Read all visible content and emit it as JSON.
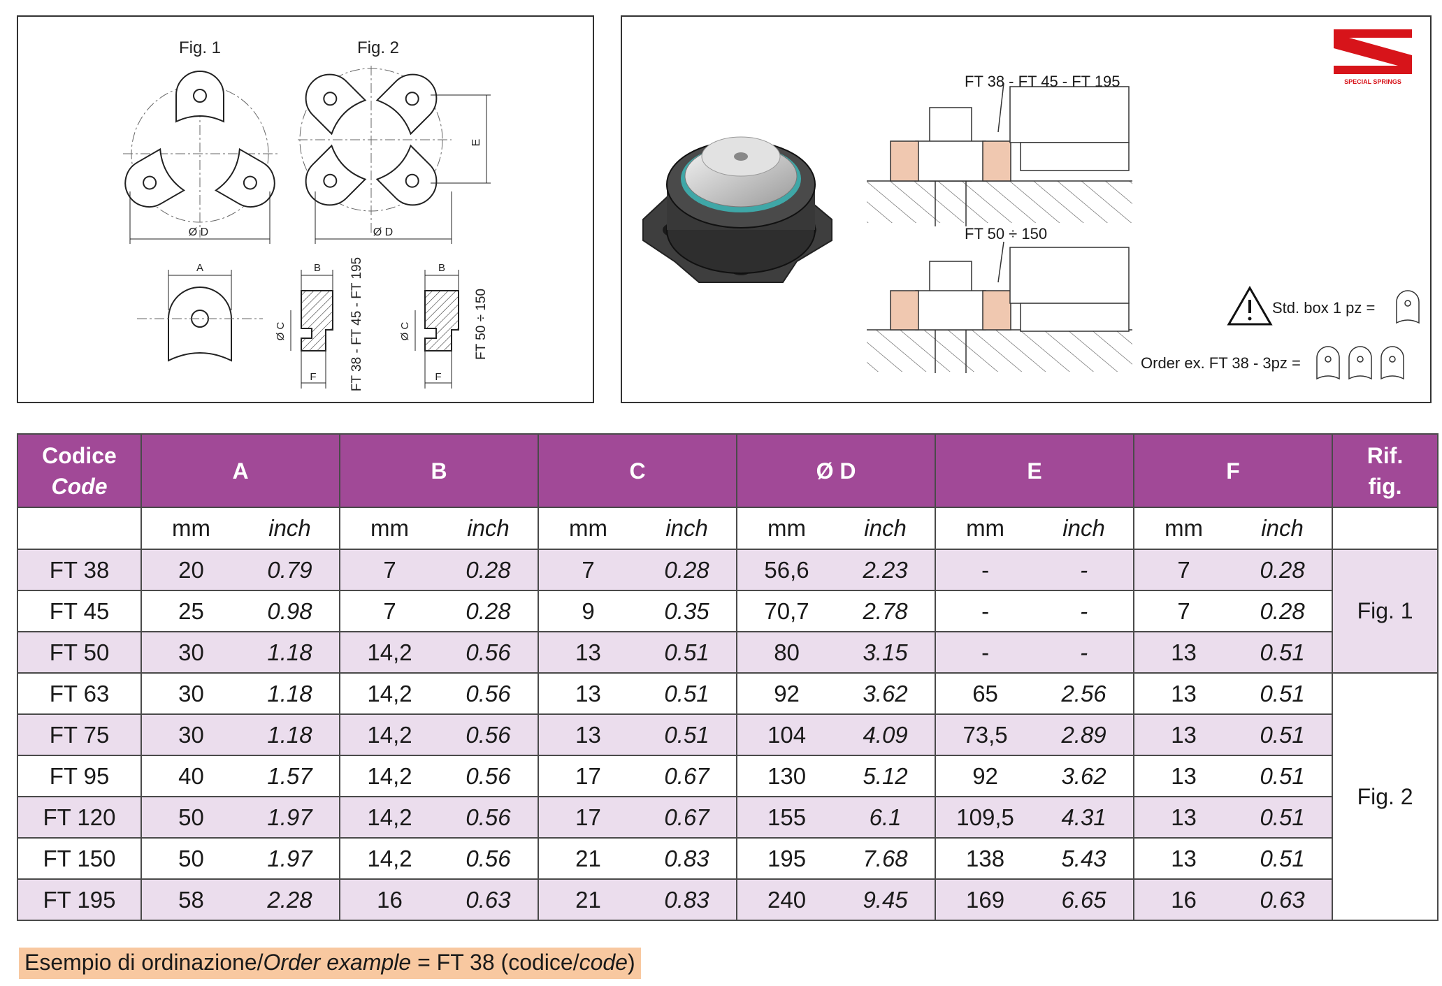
{
  "drawing": {
    "fig1_label": "Fig. 1",
    "fig2_label": "Fig. 2",
    "dim_D": "Ø D",
    "dim_E": "E",
    "dim_A": "A",
    "dim_B": "B",
    "dim_C": "Ø C",
    "dim_F": "F",
    "section1_label": "FT 38 - FT 45 - FT 195",
    "section2_label": "FT 50 ÷ 150"
  },
  "assembly": {
    "brand_text": "SPECIAL SPRINGS",
    "brand_color": "#d7141a",
    "callout_top": "FT 38 - FT 45 - FT 195",
    "callout_bottom": "FT 50 ÷ 150",
    "std_box": "Std. box 1 pz =",
    "order_ex": "Order ex. FT 38 - 3pz =",
    "part_fill": "#f0c8b0",
    "warning_icon": "warning-triangle-icon"
  },
  "table": {
    "header_color": "#a14997",
    "shade_color": "#ebdded",
    "code_header_it": "Codice",
    "code_header_en": "Code",
    "columns": [
      "A",
      "B",
      "C",
      "Ø D",
      "E",
      "F"
    ],
    "ref_header_1": "Rif.",
    "ref_header_2": "fig.",
    "unit_mm": "mm",
    "unit_inch": "inch",
    "rows": [
      {
        "code": "FT 38",
        "vals": [
          "20",
          "0.79",
          "7",
          "0.28",
          "7",
          "0.28",
          "56,6",
          "2.23",
          "-",
          "-",
          "7",
          "0.28"
        ]
      },
      {
        "code": "FT 45",
        "vals": [
          "25",
          "0.98",
          "7",
          "0.28",
          "9",
          "0.35",
          "70,7",
          "2.78",
          "-",
          "-",
          "7",
          "0.28"
        ]
      },
      {
        "code": "FT 50",
        "vals": [
          "30",
          "1.18",
          "14,2",
          "0.56",
          "13",
          "0.51",
          "80",
          "3.15",
          "-",
          "-",
          "13",
          "0.51"
        ]
      },
      {
        "code": "FT 63",
        "vals": [
          "30",
          "1.18",
          "14,2",
          "0.56",
          "13",
          "0.51",
          "92",
          "3.62",
          "65",
          "2.56",
          "13",
          "0.51"
        ]
      },
      {
        "code": "FT 75",
        "vals": [
          "30",
          "1.18",
          "14,2",
          "0.56",
          "13",
          "0.51",
          "104",
          "4.09",
          "73,5",
          "2.89",
          "13",
          "0.51"
        ]
      },
      {
        "code": "FT 95",
        "vals": [
          "40",
          "1.57",
          "14,2",
          "0.56",
          "17",
          "0.67",
          "130",
          "5.12",
          "92",
          "3.62",
          "13",
          "0.51"
        ]
      },
      {
        "code": "FT 120",
        "vals": [
          "50",
          "1.97",
          "14,2",
          "0.56",
          "17",
          "0.67",
          "155",
          "6.1",
          "109,5",
          "4.31",
          "13",
          "0.51"
        ]
      },
      {
        "code": "FT 150",
        "vals": [
          "50",
          "1.97",
          "14,2",
          "0.56",
          "21",
          "0.83",
          "195",
          "7.68",
          "138",
          "5.43",
          "13",
          "0.51"
        ]
      },
      {
        "code": "FT 195",
        "vals": [
          "58",
          "2.28",
          "16",
          "0.63",
          "21",
          "0.83",
          "240",
          "9.45",
          "169",
          "6.65",
          "16",
          "0.63"
        ]
      }
    ],
    "fig_ref_1": "Fig. 1",
    "fig_ref_2": "Fig. 2"
  },
  "order": {
    "prefix": "Esempio di ordinazione/",
    "italic": "Order example",
    "mid": " = FT 38 (codice/",
    "italic2": "code",
    "suffix": ")"
  }
}
